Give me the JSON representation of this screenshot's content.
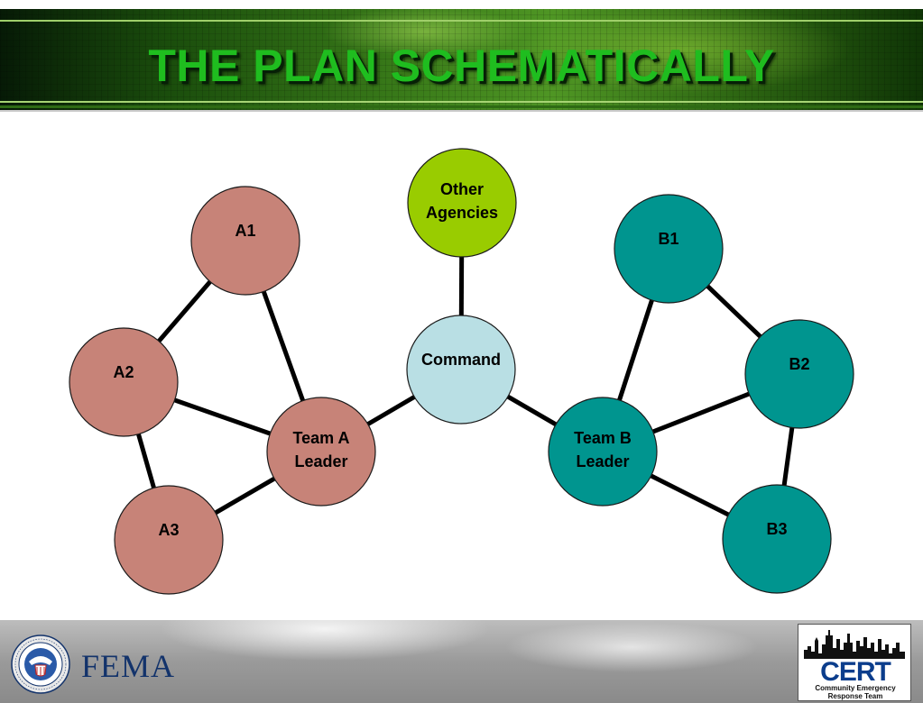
{
  "header": {
    "title": "THE PLAN SCHEMATICALLY"
  },
  "diagram": {
    "nodes": [
      {
        "id": "A1",
        "label": [
          "A1"
        ],
        "color": "#c78378"
      },
      {
        "id": "A2",
        "label": [
          "A2"
        ],
        "color": "#c78378"
      },
      {
        "id": "A3",
        "label": [
          "A3"
        ],
        "color": "#c78378"
      },
      {
        "id": "TeamA",
        "label": [
          "Team A",
          "Leader"
        ],
        "color": "#c78378"
      },
      {
        "id": "Other",
        "label": [
          "Other",
          "Agencies"
        ],
        "color": "#99cc00"
      },
      {
        "id": "Command",
        "label": [
          "Command"
        ],
        "color": "#b9dfe4"
      },
      {
        "id": "TeamB",
        "label": [
          "Team B",
          "Leader"
        ],
        "color": "#00958f"
      },
      {
        "id": "B1",
        "label": [
          "B1"
        ],
        "color": "#00958f"
      },
      {
        "id": "B2",
        "label": [
          "B2"
        ],
        "color": "#00958f"
      },
      {
        "id": "B3",
        "label": [
          "B3"
        ],
        "color": "#00958f"
      }
    ],
    "edges": [
      [
        "A1",
        "A2"
      ],
      [
        "A1",
        "TeamA"
      ],
      [
        "A2",
        "TeamA"
      ],
      [
        "A2",
        "A3"
      ],
      [
        "A3",
        "TeamA"
      ],
      [
        "TeamA",
        "Command"
      ],
      [
        "Other",
        "Command"
      ],
      [
        "Command",
        "TeamB"
      ],
      [
        "TeamB",
        "B1"
      ],
      [
        "B1",
        "B2"
      ],
      [
        "TeamB",
        "B2"
      ],
      [
        "B2",
        "B3"
      ],
      [
        "TeamB",
        "B3"
      ]
    ]
  },
  "footer": {
    "agency": "FEMA",
    "seal_icon": "dhs-seal-icon",
    "cert_logo": {
      "name": "CERT",
      "tagline_line1": "Community Emergency",
      "tagline_line2": "Response Team"
    }
  }
}
